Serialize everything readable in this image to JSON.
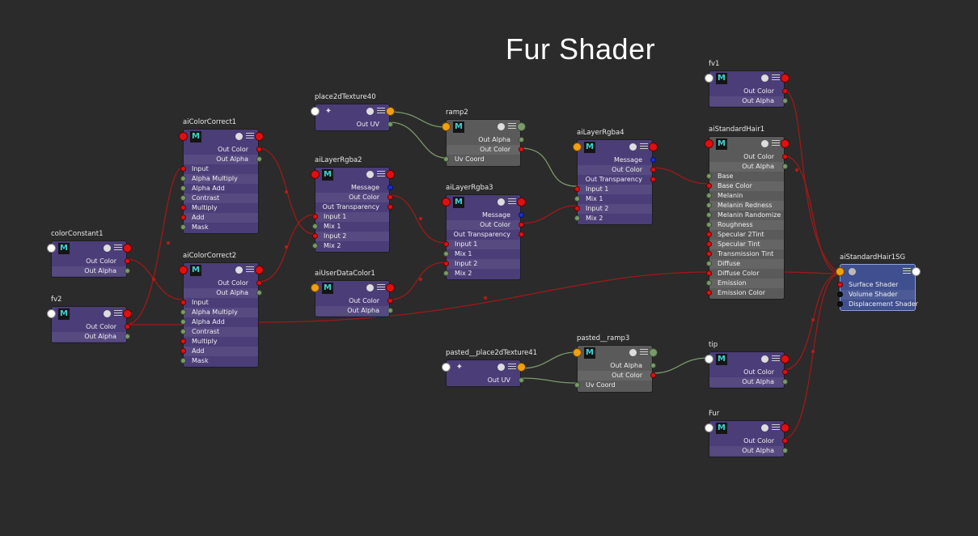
{
  "title": "Fur Shader",
  "icons": {
    "maya": "M",
    "place2d": "✦"
  },
  "nodes": {
    "colorConstant1": {
      "name": "colorConstant1",
      "outputs": [
        "Out Color",
        "Out Alpha"
      ]
    },
    "fv2": {
      "name": "fv2",
      "outputs": [
        "Out Color",
        "Out Alpha"
      ]
    },
    "aiColorCorrect1": {
      "name": "aiColorCorrect1",
      "outputs": [
        "Out Color",
        "Out Alpha"
      ],
      "inputs": [
        "Input",
        "Alpha Multiply",
        "Alpha Add",
        "Contrast",
        "Multiply",
        "Add",
        "Mask"
      ]
    },
    "aiColorCorrect2": {
      "name": "aiColorCorrect2",
      "outputs": [
        "Out Color",
        "Out Alpha"
      ],
      "inputs": [
        "Input",
        "Alpha Multiply",
        "Alpha Add",
        "Contrast",
        "Multiply",
        "Add",
        "Mask"
      ]
    },
    "place2dTexture40": {
      "name": "place2dTexture40",
      "outputs": [
        "Out UV"
      ]
    },
    "aiLayerRgba2": {
      "name": "aiLayerRgba2",
      "outputs": [
        "Message",
        "Out Color",
        "Out Transparency"
      ],
      "inputs": [
        "Input 1",
        "Mix 1",
        "Input 2",
        "Mix 2"
      ]
    },
    "aiUserDataColor1": {
      "name": "aiUserDataColor1",
      "outputs": [
        "Out Color",
        "Out Alpha"
      ]
    },
    "ramp2": {
      "name": "ramp2",
      "outputs": [
        "Out Alpha",
        "Out Color"
      ],
      "inputs": [
        "Uv Coord"
      ]
    },
    "aiLayerRgba3": {
      "name": "aiLayerRgba3",
      "outputs": [
        "Message",
        "Out Color",
        "Out Transparency"
      ],
      "inputs": [
        "Input 1",
        "Mix 1",
        "Input 2",
        "Mix 2"
      ]
    },
    "aiLayerRgba4": {
      "name": "aiLayerRgba4",
      "outputs": [
        "Message",
        "Out Color",
        "Out Transparency"
      ],
      "inputs": [
        "Input 1",
        "Mix 1",
        "Input 2",
        "Mix 2"
      ]
    },
    "pasted_place2d": {
      "name": "pasted__place2dTexture41",
      "outputs": [
        "Out UV"
      ]
    },
    "pasted_ramp3": {
      "name": "pasted__ramp3",
      "outputs": [
        "Out Alpha",
        "Out Color"
      ],
      "inputs": [
        "Uv Coord"
      ]
    },
    "fv1": {
      "name": "fv1",
      "outputs": [
        "Out Color",
        "Out Alpha"
      ]
    },
    "aiStandardHair1": {
      "name": "aiStandardHair1",
      "outputs": [
        "Out Color",
        "Out Alpha"
      ],
      "inputs": [
        "Base",
        "Base Color",
        "Melanin",
        "Melanin Redness",
        "Melanin Randomize",
        "Roughness",
        "Specular 2Tint",
        "Specular Tint",
        "Transmission Tint",
        "Diffuse",
        "Diffuse Color",
        "Emission",
        "Emission Color"
      ]
    },
    "tip": {
      "name": "tip",
      "outputs": [
        "Out Color",
        "Out Alpha"
      ]
    },
    "Fur": {
      "name": "Fur",
      "outputs": [
        "Out Color",
        "Out Alpha"
      ]
    },
    "aiStandardHair1SG": {
      "name": "aiStandardHair1SG",
      "inputs": [
        "Surface Shader",
        "Volume Shader",
        "Displacement Shader"
      ]
    }
  },
  "colors": {
    "wire_color": "#a01818",
    "wire_uv": "#7a9a6a",
    "node_purple": "#4a3d78",
    "node_gray": "#5a5a5a",
    "node_sg": "#3f4f8f"
  }
}
